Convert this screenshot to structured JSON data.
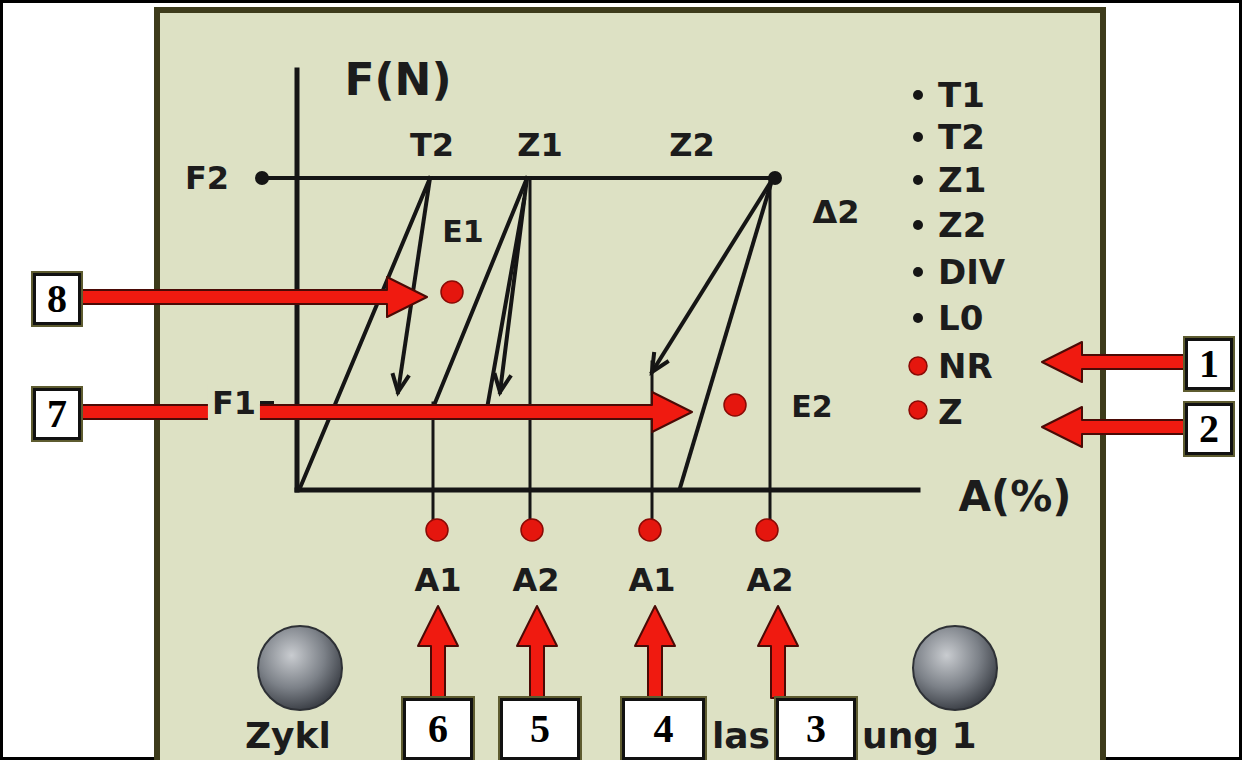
{
  "diagram": {
    "nodes": [
      {
        "text": [
          "8"
        ]
      },
      {
        "text": [
          "1"
        ]
      },
      {
        "text": [
          "7"
        ]
      },
      {
        "text": [
          "2"
        ]
      },
      {
        "text": [
          "6"
        ]
      },
      {
        "text": [
          "5"
        ]
      },
      {
        "text": [
          "4"
        ]
      },
      {
        "text": [
          "3"
        ]
      }
    ],
    "labels": [
      "F(N)",
      "T2",
      "Z1",
      "Z2",
      "F2",
      "E1",
      "Δ2",
      "F1",
      "E2",
      "A(%)",
      "A1",
      "A2",
      "A1",
      "A2",
      "T1",
      "T2",
      "Z1",
      "Z2",
      "DIV",
      "L0",
      "NR",
      "Z",
      "Zykl",
      "las",
      "ung 1"
    ]
  }
}
